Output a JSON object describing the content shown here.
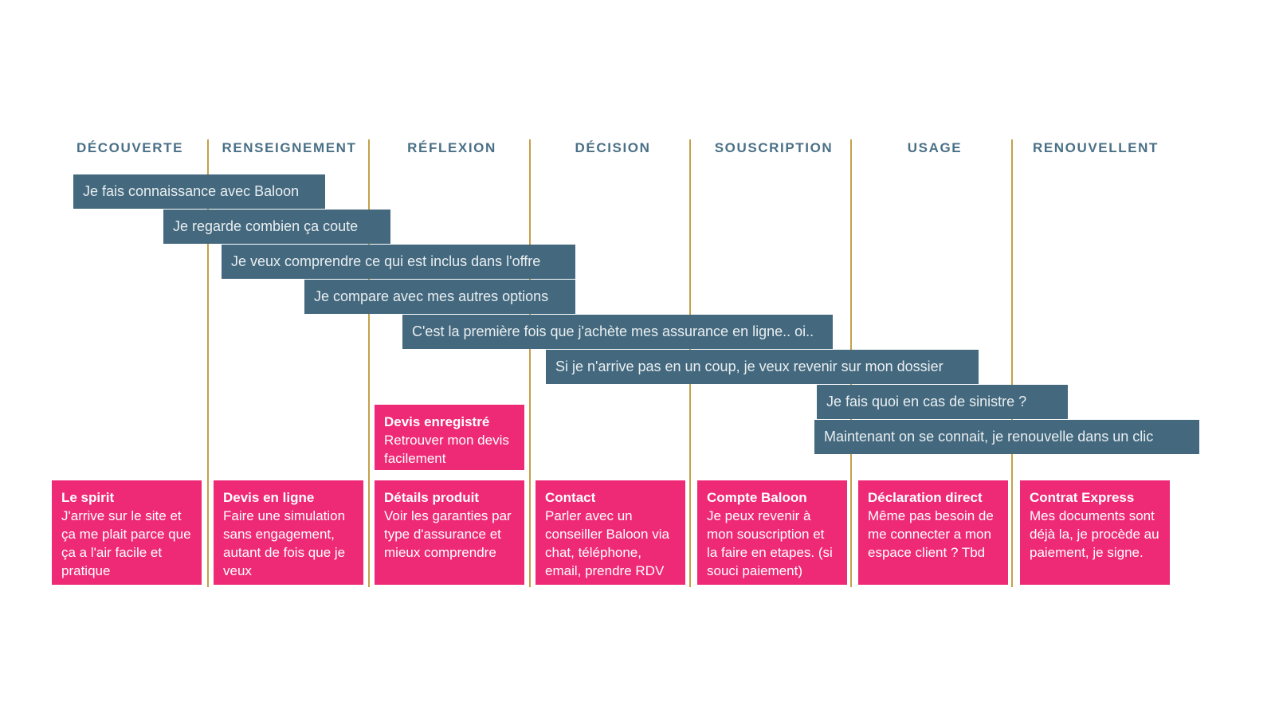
{
  "colors": {
    "background": "#ffffff",
    "bar_fill": "#44697e",
    "bar_text": "#e9eef1",
    "card_fill": "#ee2a76",
    "card_text": "#ffffff",
    "stage_header_text": "#4a7086",
    "divider_line": "#c4a14a"
  },
  "stages": [
    {
      "label": "DÉCOUVERTE"
    },
    {
      "label": "RENSEIGNEMENT"
    },
    {
      "label": "RÉFLEXION"
    },
    {
      "label": "DÉCISION"
    },
    {
      "label": "SOUSCRIPTION"
    },
    {
      "label": "USAGE"
    },
    {
      "label": "RENOUVELLENT"
    }
  ],
  "thought_bars": [
    {
      "label": "Je fais connaissance avec Baloon"
    },
    {
      "label": "Je regarde combien ça coute"
    },
    {
      "label": "Je veux comprendre ce qui est inclus dans l'offre"
    },
    {
      "label": "Je compare avec mes autres options"
    },
    {
      "label": "C'est la première fois que j'achète mes assurance en ligne.. oi.."
    },
    {
      "label": "Si je n'arrive pas en un coup, je veux revenir sur mon dossier"
    },
    {
      "label": "Je fais quoi en cas de sinistre ?"
    },
    {
      "label": "Maintenant on se connait, je renouvelle dans un clic"
    }
  ],
  "saved_quote_card": {
    "title": "Devis enregistré",
    "body": "Retrouver mon devis facilement"
  },
  "feature_cards": [
    {
      "title": "Le spirit",
      "body": "J'arrive sur le site et ça me plait parce que ça a l'air facile et pratique"
    },
    {
      "title": "Devis en ligne",
      "body": "Faire une simulation sans engagement, autant de fois que je veux"
    },
    {
      "title": "Détails produit",
      "body": "Voir les garanties par type d'assurance et mieux comprendre"
    },
    {
      "title": "Contact",
      "body": "Parler avec un conseiller Baloon via chat, téléphone, email, prendre RDV"
    },
    {
      "title": "Compte Baloon",
      "body": "Je peux revenir à mon souscription et la faire en etapes. (si souci paiement)"
    },
    {
      "title": "Déclaration direct",
      "body": "Même pas besoin de me connecter a mon espace client ? Tbd"
    },
    {
      "title": "Contrat Express",
      "body": "Mes documents sont déjà la, je procède au paiement, je signe."
    }
  ]
}
